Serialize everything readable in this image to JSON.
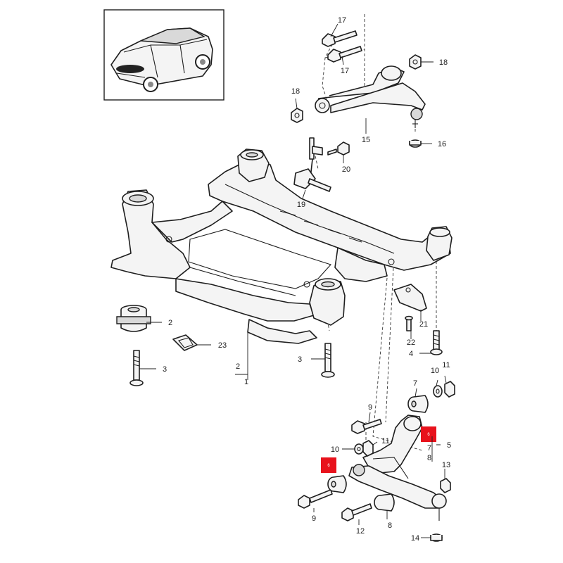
{
  "callouts": [
    {
      "id": "c17a",
      "text": "17"
    },
    {
      "id": "c17b",
      "text": "17"
    },
    {
      "id": "c18a",
      "text": "18"
    },
    {
      "id": "c18b",
      "text": "18"
    },
    {
      "id": "c15",
      "text": "15"
    },
    {
      "id": "c16",
      "text": "16"
    },
    {
      "id": "c20",
      "text": "20"
    },
    {
      "id": "c19",
      "text": "19"
    },
    {
      "id": "c2a",
      "text": "2"
    },
    {
      "id": "c23",
      "text": "23"
    },
    {
      "id": "c3a",
      "text": "3"
    },
    {
      "id": "c2b",
      "text": "2"
    },
    {
      "id": "c1",
      "text": "1"
    },
    {
      "id": "c3b",
      "text": "3"
    },
    {
      "id": "c21",
      "text": "21"
    },
    {
      "id": "c22",
      "text": "22"
    },
    {
      "id": "c4",
      "text": "4"
    },
    {
      "id": "c10a",
      "text": "10"
    },
    {
      "id": "c11a",
      "text": "11"
    },
    {
      "id": "c7a",
      "text": "7"
    },
    {
      "id": "c9a",
      "text": "9"
    },
    {
      "id": "c5",
      "text": "5"
    },
    {
      "id": "c7b",
      "text": "7"
    },
    {
      "id": "c8a",
      "text": "8"
    },
    {
      "id": "c11b",
      "text": "11"
    },
    {
      "id": "c10b",
      "text": "10"
    },
    {
      "id": "c13",
      "text": "13"
    },
    {
      "id": "c9b",
      "text": "9"
    },
    {
      "id": "c12",
      "text": "12"
    },
    {
      "id": "c8b",
      "text": "8"
    },
    {
      "id": "c14",
      "text": "14"
    }
  ],
  "badges": [
    {
      "id": "b1",
      "text": "6",
      "color": "#e8121c"
    },
    {
      "id": "b2",
      "text": "6",
      "color": "#e8121c"
    }
  ],
  "colors": {
    "line": "#1e1e1e",
    "fill": "#f4f4f4",
    "badge": "#e8121c"
  }
}
